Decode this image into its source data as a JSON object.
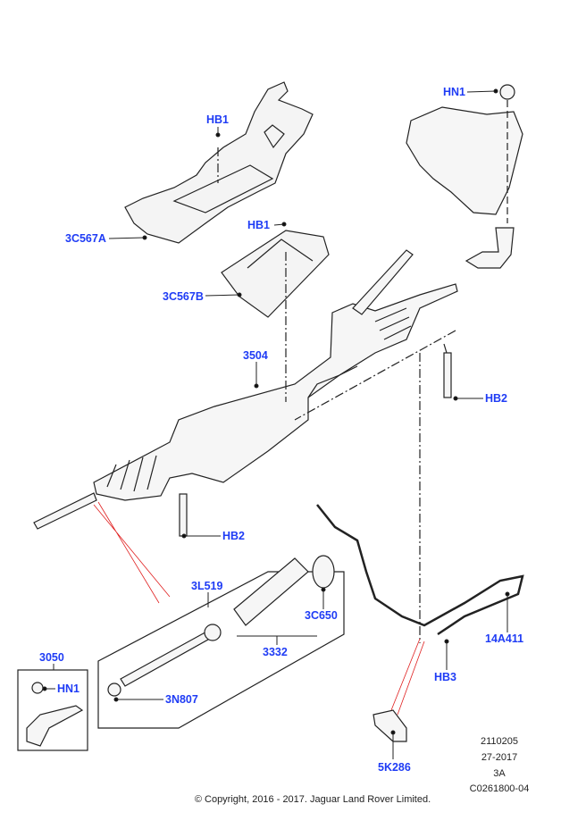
{
  "labels": {
    "hn1_top": "HN1",
    "hb1_a": "HB1",
    "c567a": "3C567A",
    "hb1_b": "HB1",
    "c567b": "3C567B",
    "p3504": "3504",
    "hb2_right": "HB2",
    "hb2_left": "HB2",
    "l519": "3L519",
    "c650": "3C650",
    "p3332": "3332",
    "p3050": "3050",
    "hn1_bottom": "HN1",
    "n807": "3N807",
    "a411": "14A411",
    "hb3": "HB3",
    "k286": "5K286"
  },
  "meta": {
    "line1": "2110205",
    "line2": "27-2017",
    "line3": "3A",
    "line4": "C0261800-04"
  },
  "copyright": "© Copyright, 2016 - 2017. Jaguar Land Rover Limited.",
  "colors": {
    "label": "#1f3cf5",
    "line": "#222222",
    "red_leader": "#e02020"
  }
}
